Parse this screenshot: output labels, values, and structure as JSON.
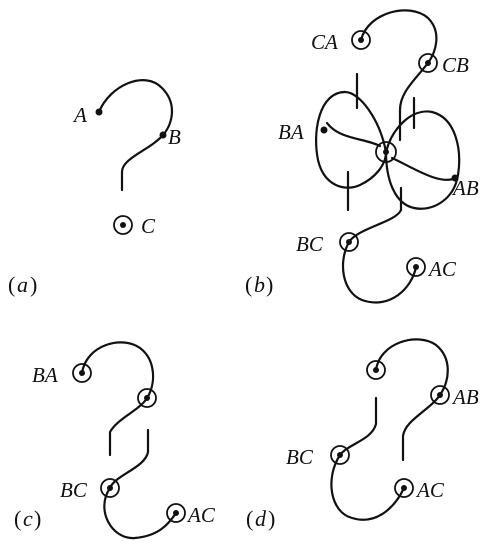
{
  "panels": {
    "a": {
      "caption": "a",
      "labels": {
        "A": "A",
        "B": "B",
        "C": "C"
      }
    },
    "b": {
      "caption": "b",
      "labels": {
        "CA": "CA",
        "CB": "CB",
        "BA": "BA",
        "AB": "AB",
        "BC": "BC",
        "AC": "AC"
      }
    },
    "c": {
      "caption": "c",
      "labels": {
        "BA": "BA",
        "BC": "BC",
        "AC": "AC"
      }
    },
    "d": {
      "caption": "d",
      "labels": {
        "AB": "AB",
        "BC": "BC",
        "AC": "AC"
      }
    }
  }
}
